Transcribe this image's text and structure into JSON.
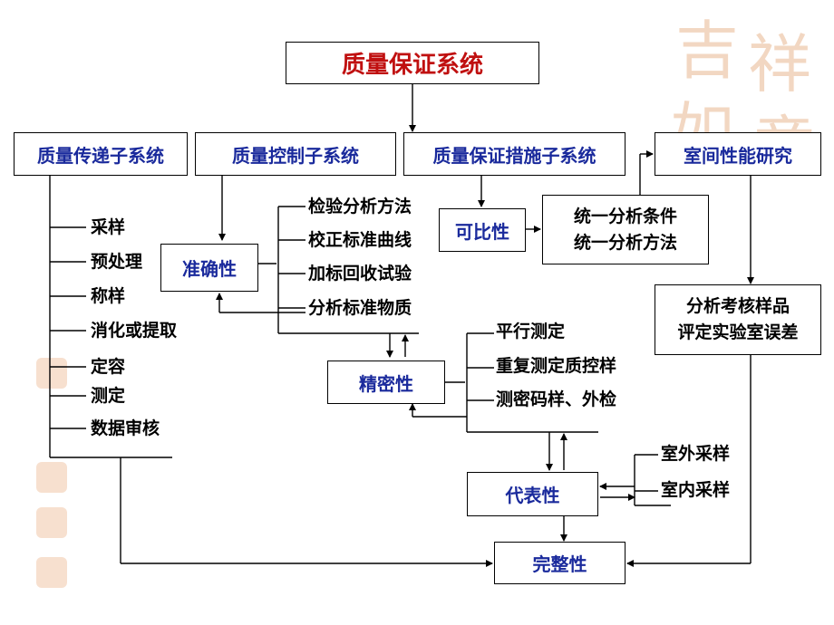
{
  "title": "质量保证系统",
  "subsystems": [
    "质量传递子系统",
    "质量控制子系统",
    "质量保证措施子系统",
    "室间性能研究"
  ],
  "transfer_items": [
    "采样",
    "预处理",
    "称样",
    "消化或提取",
    "定容",
    "测定",
    "数据审核"
  ],
  "accuracy": {
    "label": "准确性",
    "items": [
      "检验分析方法",
      "校正标准曲线",
      "加标回收试验",
      "分析标准物质"
    ]
  },
  "comparability": {
    "label": "可比性",
    "conditions": [
      "统一分析条件",
      "统一分析方法"
    ]
  },
  "interlab": [
    "分析考核样品",
    "评定实验室误差"
  ],
  "precision": {
    "label": "精密性",
    "items": [
      "平行测定",
      "重复测定质控样",
      "测密码样、外检"
    ]
  },
  "representativeness": {
    "label": "代表性",
    "items": [
      "室外采样",
      "室内采样"
    ]
  },
  "completeness": {
    "label": "完整性"
  },
  "colors": {
    "title": "#c01010",
    "box_text": "#1a2a9c",
    "watermark": "#e9b892"
  },
  "watermark_text": "吉祥如意"
}
